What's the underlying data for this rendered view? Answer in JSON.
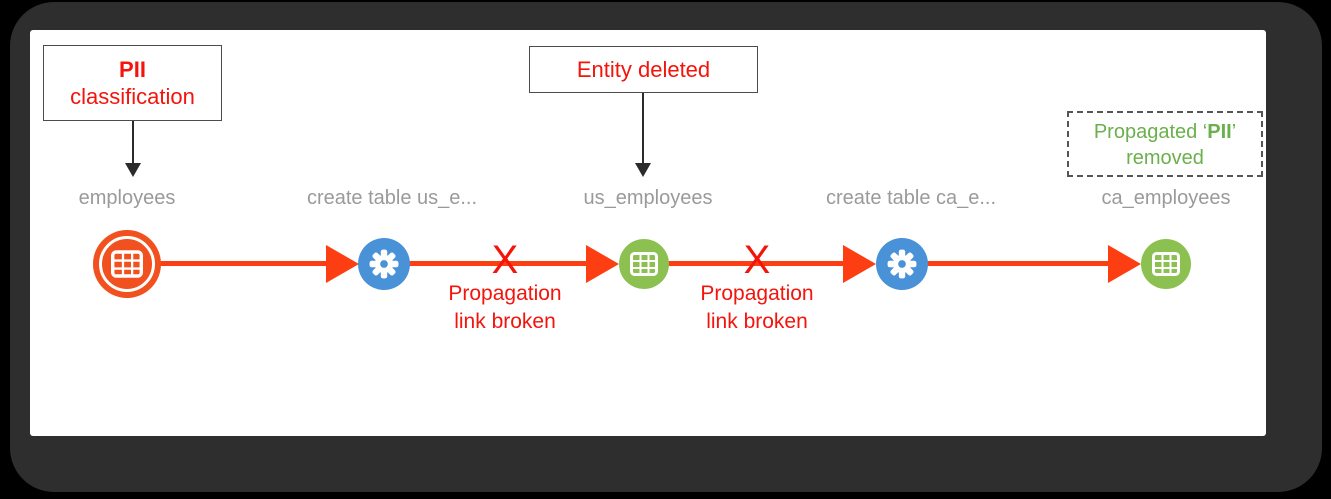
{
  "annotations": {
    "pii_classification": {
      "title": "PII",
      "subtitle": "classification"
    },
    "entity_deleted": {
      "label": "Entity deleted"
    },
    "propagated_removed": {
      "pre": "Propagated ‘",
      "tag": "PII",
      "post": "’",
      "line2": "removed"
    }
  },
  "nodes": [
    {
      "label": "employees",
      "kind": "table",
      "highlighted": true
    },
    {
      "label": "create table us_e...",
      "kind": "process",
      "highlighted": false
    },
    {
      "label": "us_employees",
      "kind": "table",
      "highlighted": false
    },
    {
      "label": "create table ca_e...",
      "kind": "process",
      "highlighted": false
    },
    {
      "label": "ca_employees",
      "kind": "table",
      "highlighted": false
    }
  ],
  "broken_links": [
    {
      "mark": "X",
      "line1": "Propagation",
      "line2": "link broken"
    },
    {
      "mark": "X",
      "line1": "Propagation",
      "line2": "link broken"
    }
  ],
  "colors": {
    "entity_orange": "#f0511f",
    "process_blue": "#4a92d8",
    "table_green": "#8cc152",
    "edge_red": "#fc3e12",
    "annotation_red": "#f3140b",
    "propagated_green": "#6ab04c",
    "label_gray": "#9a9a9a"
  }
}
